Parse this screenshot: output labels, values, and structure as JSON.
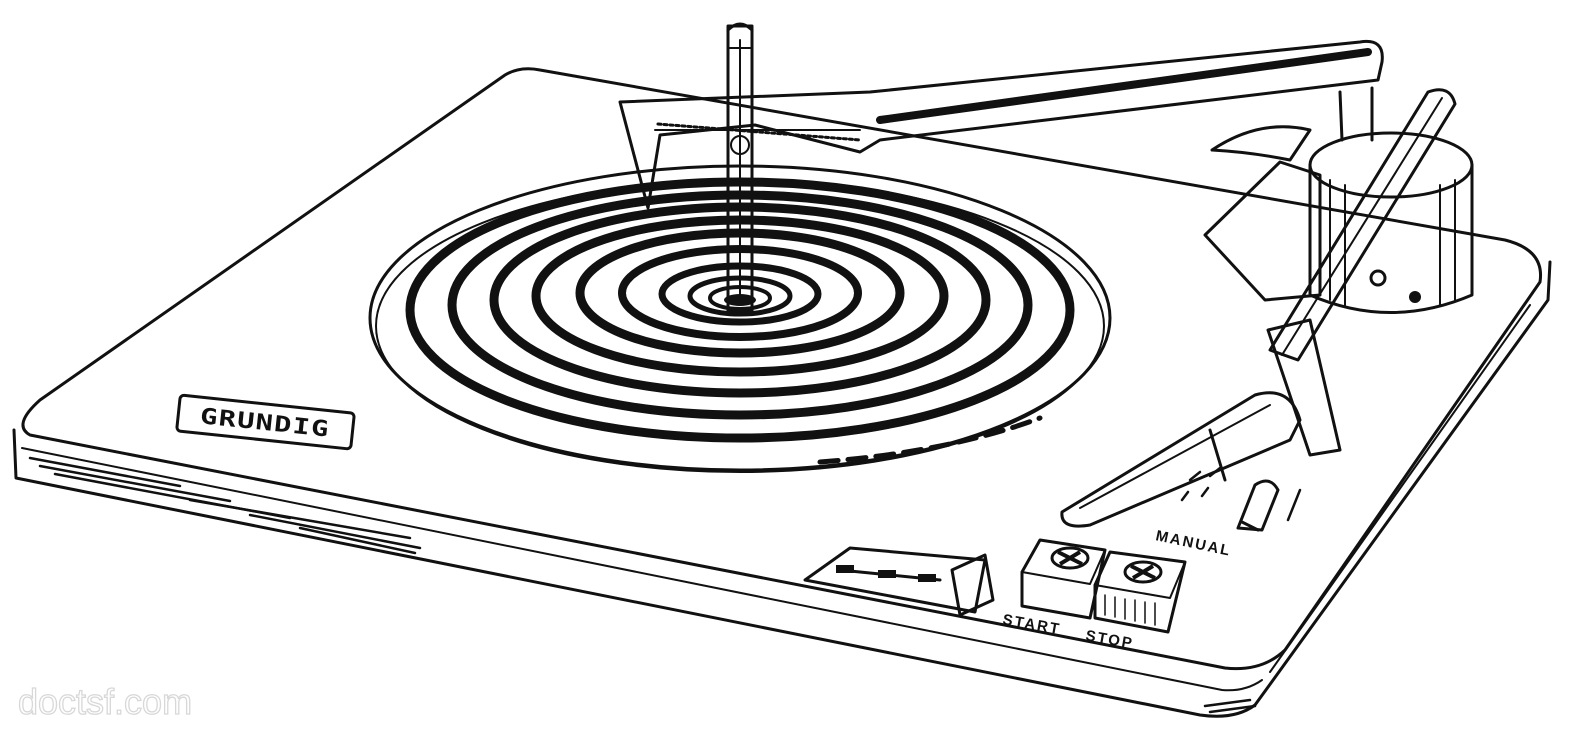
{
  "figure": {
    "brand_label": "GRUNDIG",
    "manual_label": "MANUAL",
    "start_label": "START",
    "stop_label": "STOP",
    "watermark": "doctsf.com"
  },
  "colors": {
    "ink": "#111111",
    "paper": "#ffffff",
    "watermark": "#d8d8d8"
  },
  "icons": [
    "start-button-icon",
    "stop-button-icon"
  ]
}
